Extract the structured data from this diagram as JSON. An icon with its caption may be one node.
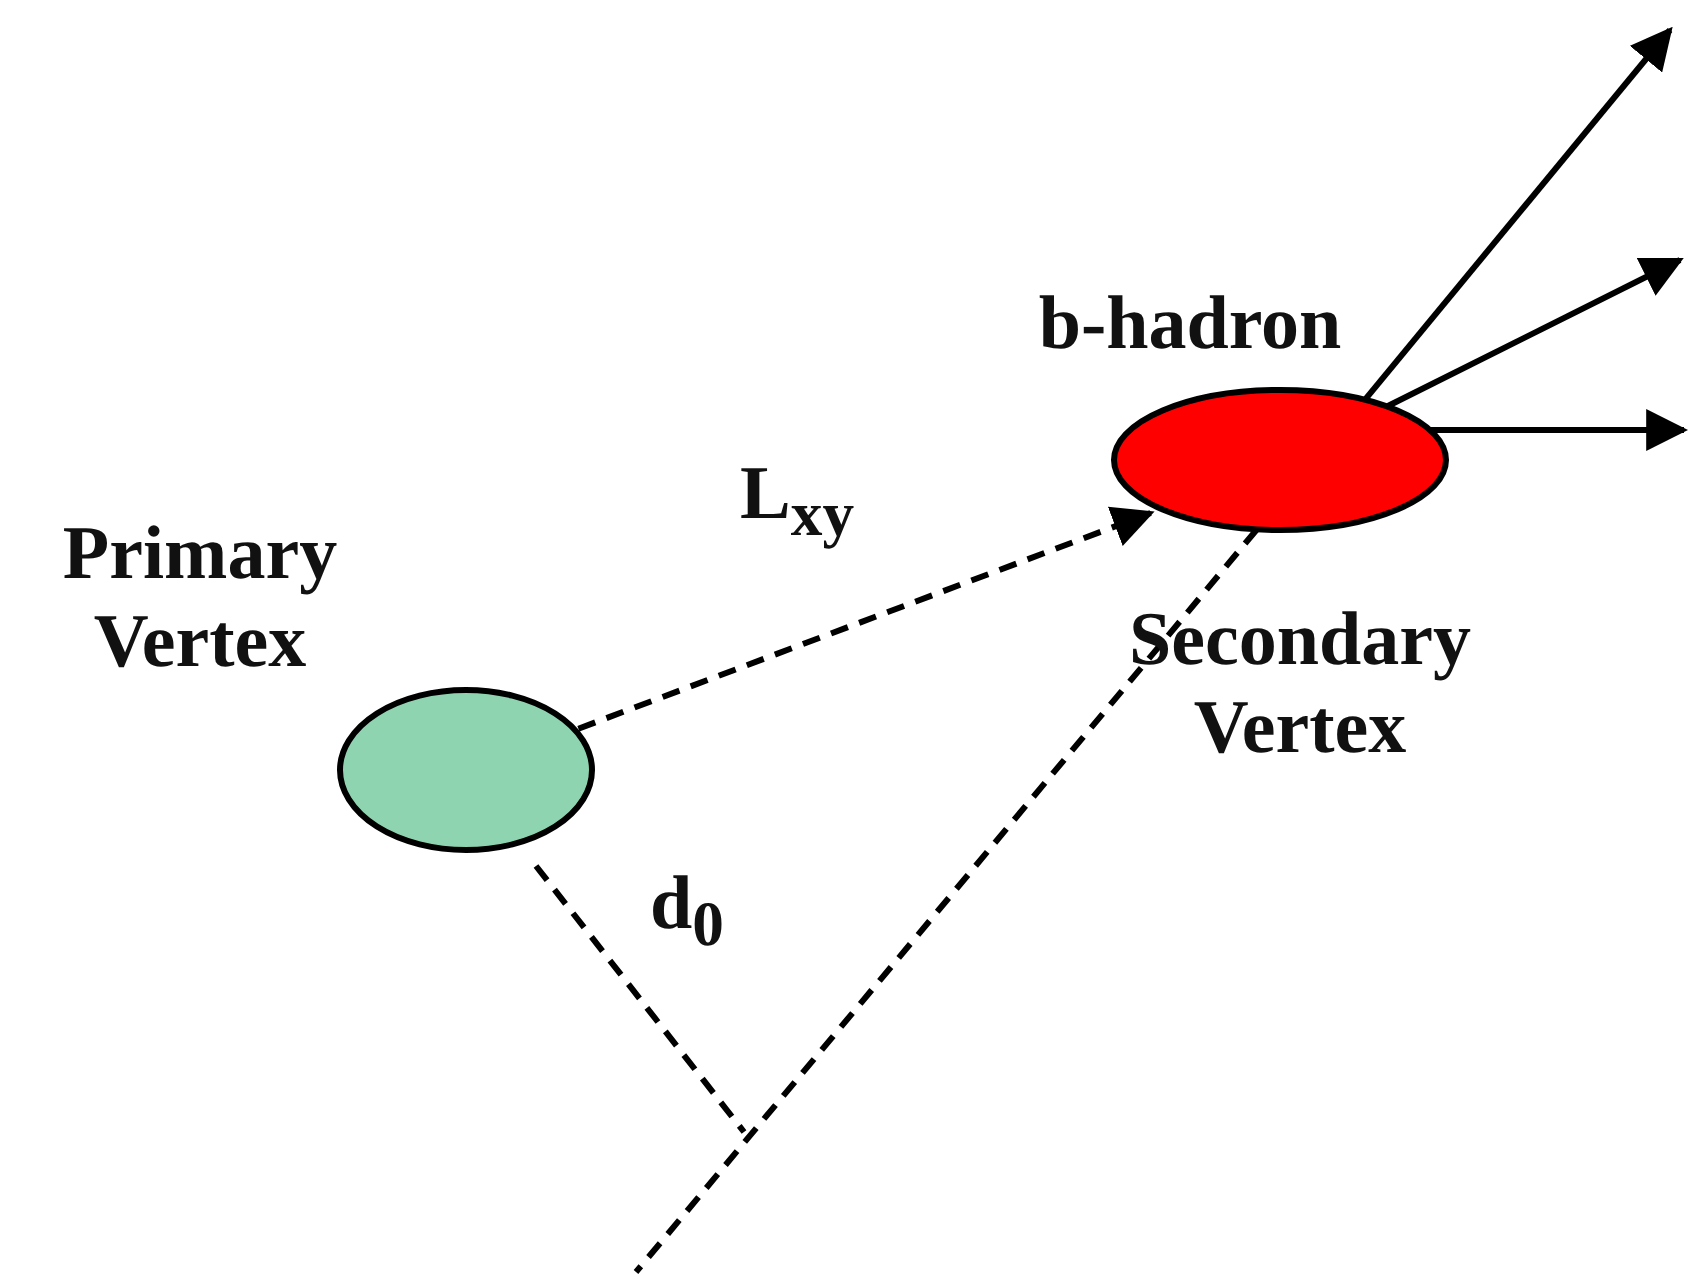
{
  "diagram": {
    "nodes": [
      {
        "text": [
          "Primary Vertex"
        ]
      },
      {
        "text": [
          "b-hadron"
        ],
        "beside": [
          "Secondary Vertex"
        ]
      }
    ],
    "edges": [
      {
        "from": 0,
        "to": 1,
        "arrow": "to",
        "style": "dashed",
        "label": "L$_{xy}$"
      },
      {
        "from": 1,
        "to": null,
        "arrow": "to"
      },
      {
        "from": 1,
        "to": null,
        "arrow": "to"
      },
      {
        "from": 1,
        "to": null,
        "arrow": "to"
      },
      {
        "from": 1,
        "to": null,
        "arrow": "none",
        "style": "dashed"
      }
    ],
    "labels": [
      "d$_{0}$"
    ]
  }
}
